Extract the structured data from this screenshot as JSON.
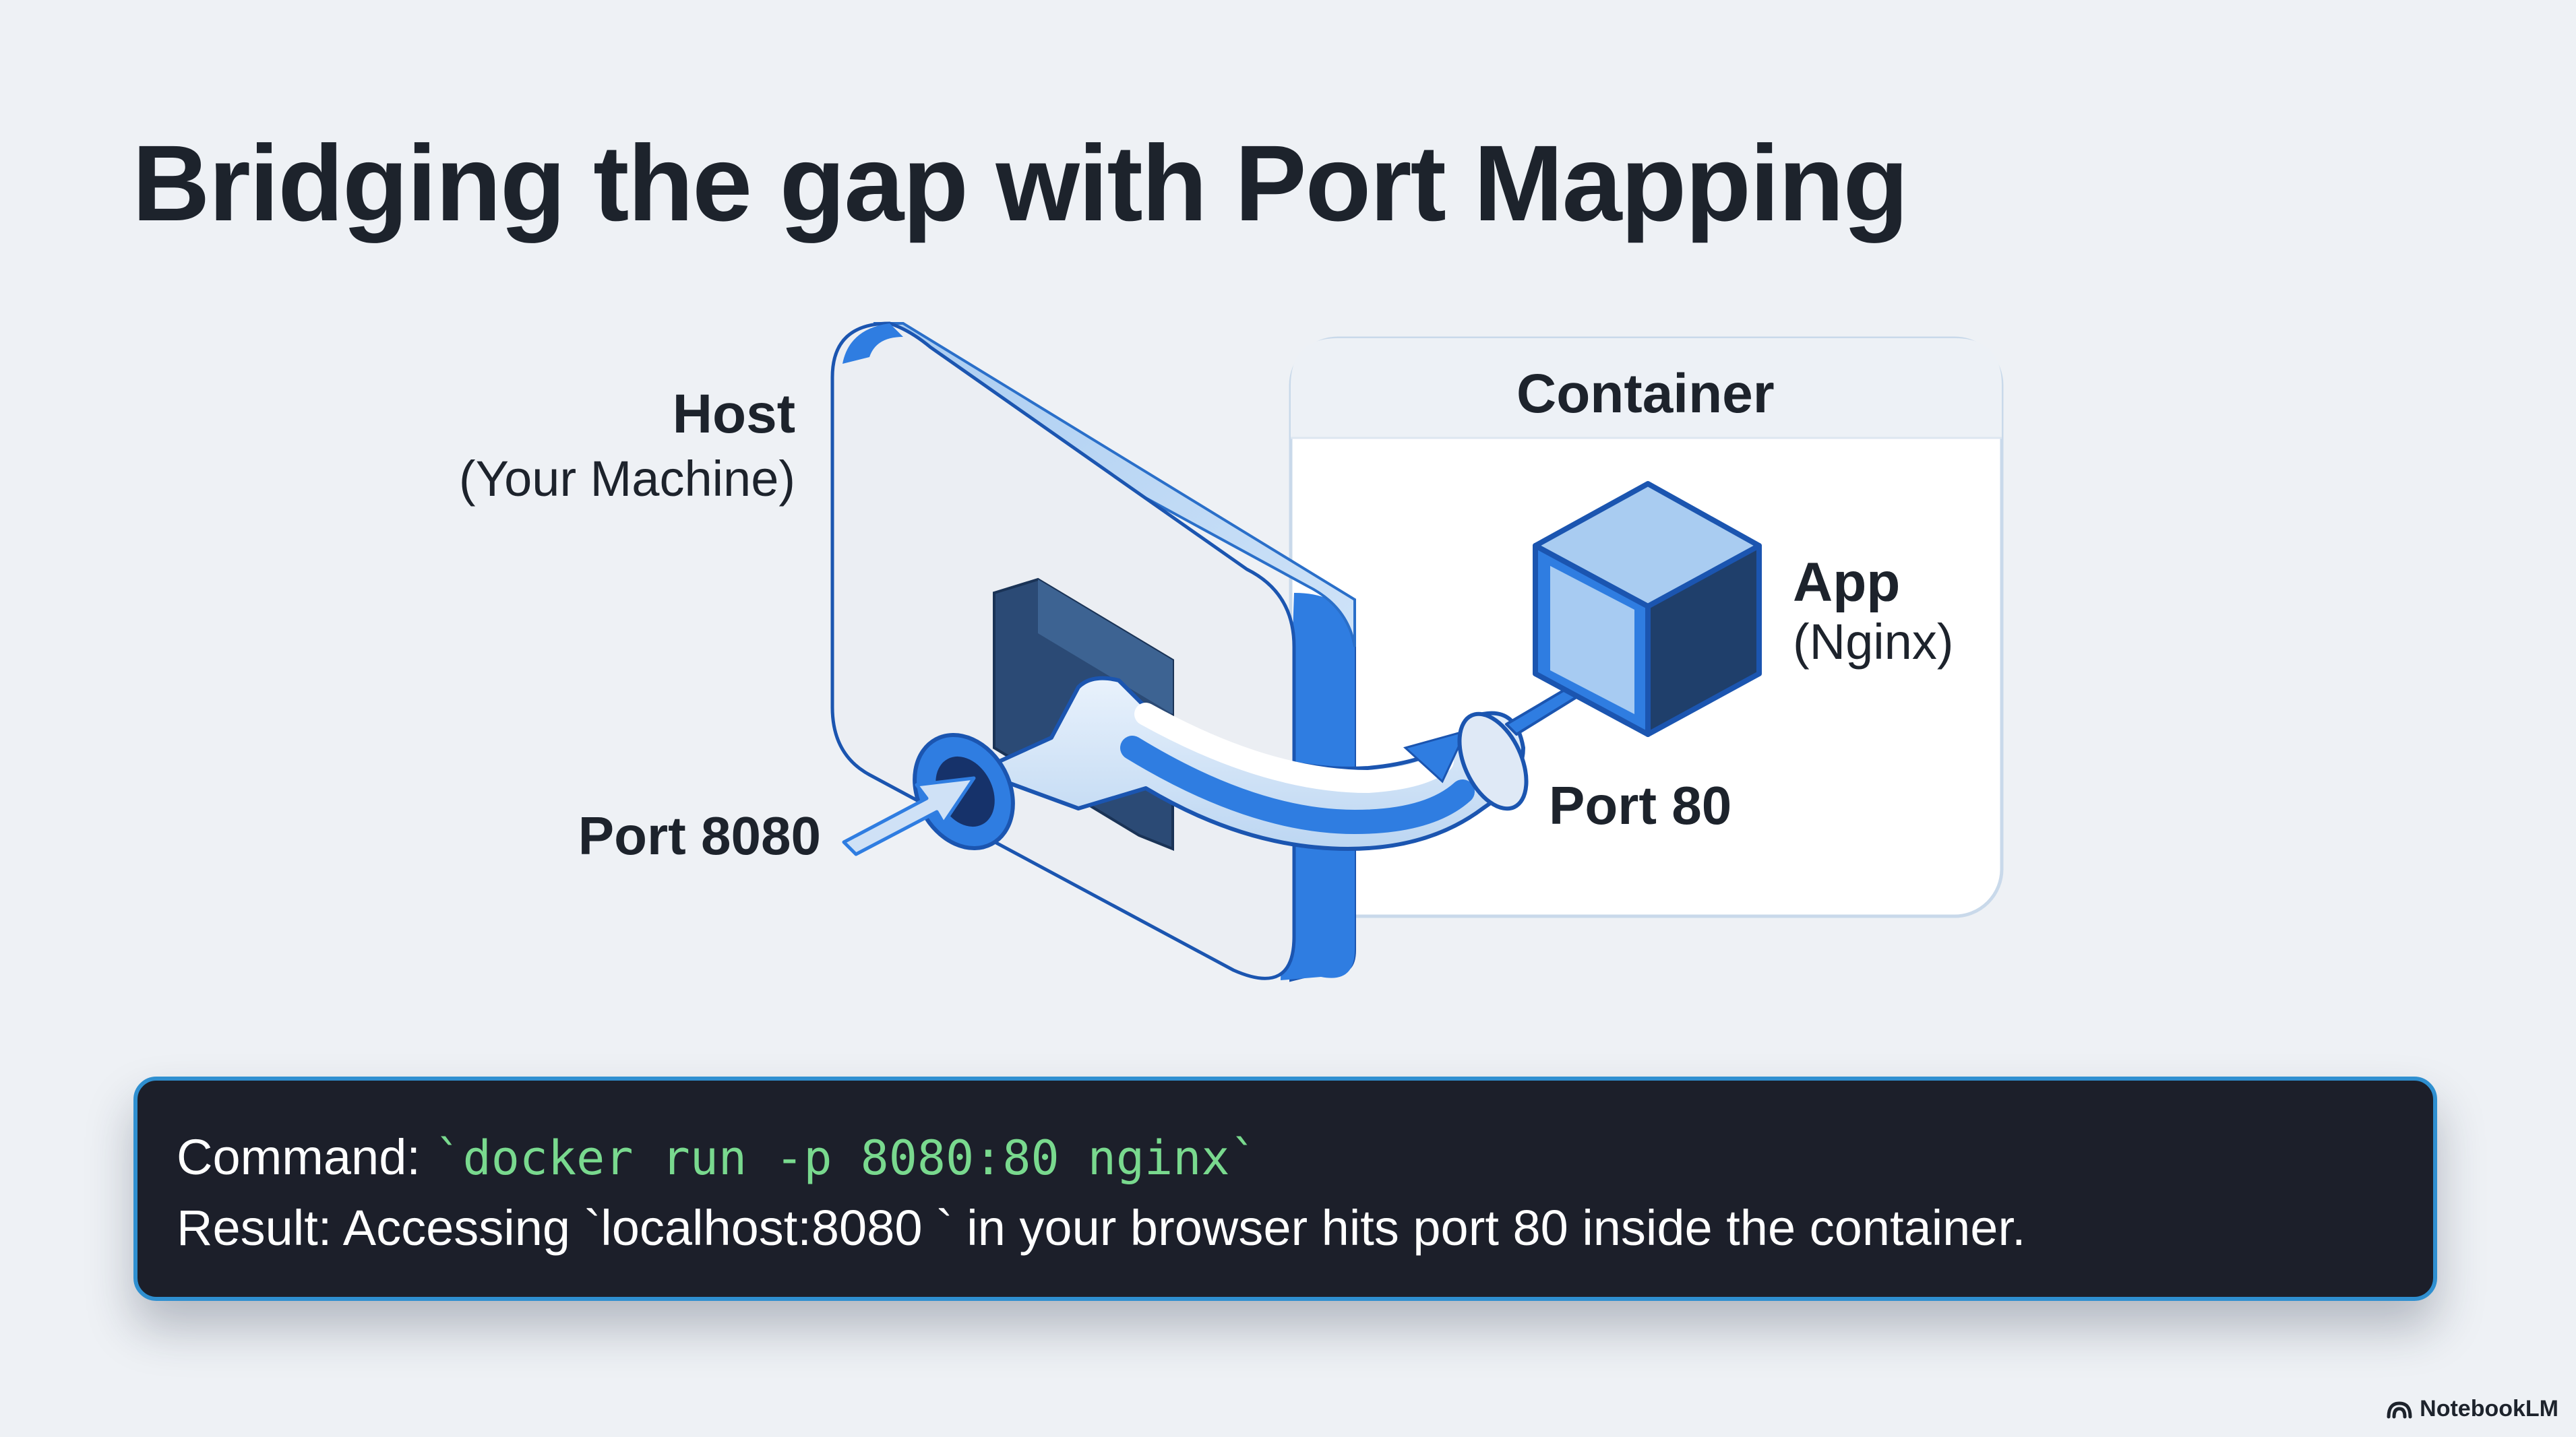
{
  "title": "Bridging the gap with Port Mapping",
  "host": {
    "title": "Host",
    "subtitle": "(Your Machine)",
    "port_label": "Port 8080"
  },
  "container": {
    "title": "Container",
    "app_title": "App",
    "app_subtitle": "(Nginx)",
    "port_label": "Port 80"
  },
  "command": {
    "label": "Command: ",
    "code": "`docker run -p 8080:80 nginx`",
    "result": "Result: Accessing `localhost:8080 ` in your browser hits port 80 inside the container."
  },
  "brand": {
    "name": "NotebookLM",
    "icon": "notebooklm-logo-icon"
  },
  "colors": {
    "accent": "#2f7de1",
    "panel_light": "#bcd8f5",
    "terminal_bg": "#1c1f2a",
    "code_green": "#79d98e"
  }
}
